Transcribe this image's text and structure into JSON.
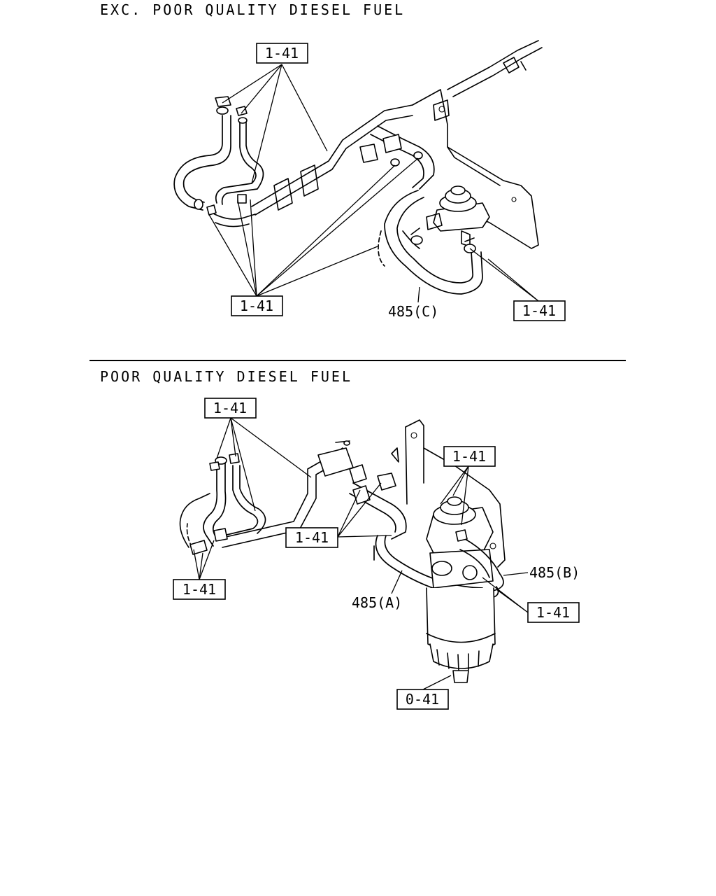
{
  "sections": [
    {
      "heading": "EXC. POOR QUALITY DIESEL FUEL",
      "callouts": [
        "1-41",
        "1-41",
        "1-41"
      ],
      "part_labels": [
        "485(C)"
      ]
    },
    {
      "heading": "POOR QUALITY DIESEL FUEL",
      "callouts": [
        "1-41",
        "1-41",
        "1-41",
        "1-41",
        "1-41",
        "0-41"
      ],
      "part_labels": [
        "485(B)",
        "485(A)"
      ]
    }
  ]
}
